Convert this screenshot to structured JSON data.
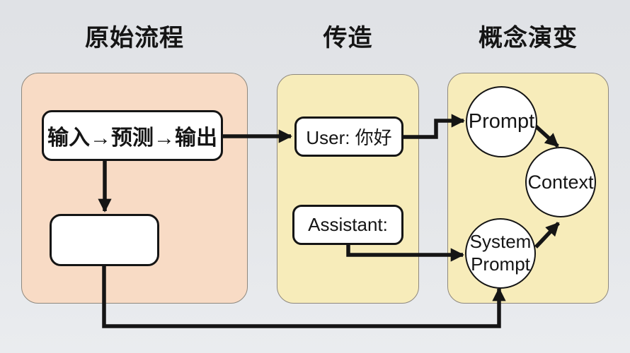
{
  "diagram": {
    "columns": [
      {
        "id": "original-process",
        "title": "原始流程",
        "nodes": [
          {
            "id": "process",
            "label": "输入→预测→输出"
          },
          {
            "id": "empty",
            "label": ""
          }
        ]
      },
      {
        "id": "fabrication",
        "title": "传造",
        "nodes": [
          {
            "id": "user-message",
            "label": "User: 你好"
          },
          {
            "id": "assistant-message",
            "label": "Assistant:"
          }
        ]
      },
      {
        "id": "concept-evolution",
        "title": "概念演变",
        "nodes": [
          {
            "id": "prompt",
            "label": "Prompt"
          },
          {
            "id": "context",
            "label": "Context"
          },
          {
            "id": "system-prompt",
            "label": "System Prompt"
          }
        ]
      }
    ],
    "connections": [
      {
        "from": "process",
        "to": "empty"
      },
      {
        "from": "process",
        "to": "user-message"
      },
      {
        "from": "user-message",
        "to": "prompt"
      },
      {
        "from": "assistant-message",
        "to": "system-prompt"
      },
      {
        "from": "prompt",
        "to": "context"
      },
      {
        "from": "system-prompt",
        "to": "context"
      },
      {
        "from": "empty",
        "to": "system-prompt"
      }
    ],
    "colors": {
      "background": "#e3e5e9",
      "panel_original": "#f8dbc5",
      "panel_fabrication": "#f7ecba",
      "panel_evolution": "#f7ecba",
      "panel_border": "#8e887e",
      "node_fill": "#ffffff",
      "line": "#151515"
    }
  }
}
